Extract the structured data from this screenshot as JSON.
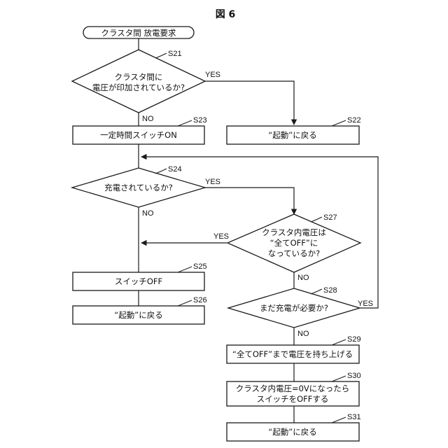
{
  "figure_title": "図 6",
  "start": {
    "text": "クラスタ間 放電要求"
  },
  "nodes": {
    "s21": {
      "step": "S21",
      "lines": [
        "クラスタ間に",
        "電圧が印加されているか?"
      ]
    },
    "s22": {
      "step": "S22",
      "text": "“起動”に戻る"
    },
    "s23": {
      "step": "S23",
      "text": "一定時間スイッチON"
    },
    "s24": {
      "step": "S24",
      "text": "充電されているか?"
    },
    "s25": {
      "step": "S25",
      "text": "スイッチOFF"
    },
    "s26": {
      "step": "S26",
      "text": "“起動”に戻る"
    },
    "s27": {
      "step": "S27",
      "lines": [
        "クラスタ内電圧は",
        "“全てOFF”に",
        "なっているか?"
      ]
    },
    "s28": {
      "step": "S28",
      "text": "まだ充電が必要か?"
    },
    "s29": {
      "step": "S29",
      "text": "“全てOFF”まで電圧を持ち上げる"
    },
    "s30": {
      "step": "S30",
      "lines": [
        "クラスタ内電圧=0Vになったら",
        "スイッチをOFFする"
      ]
    },
    "s31": {
      "step": "S31",
      "text": "“起動”に戻る"
    }
  },
  "labels": {
    "s21_yes": "YES",
    "s21_no": "NO",
    "s24_yes": "YES",
    "s24_no": "NO",
    "s27_yes": "YES",
    "s27_no": "NO",
    "s28_yes": "YES",
    "s28_no": "NO"
  }
}
